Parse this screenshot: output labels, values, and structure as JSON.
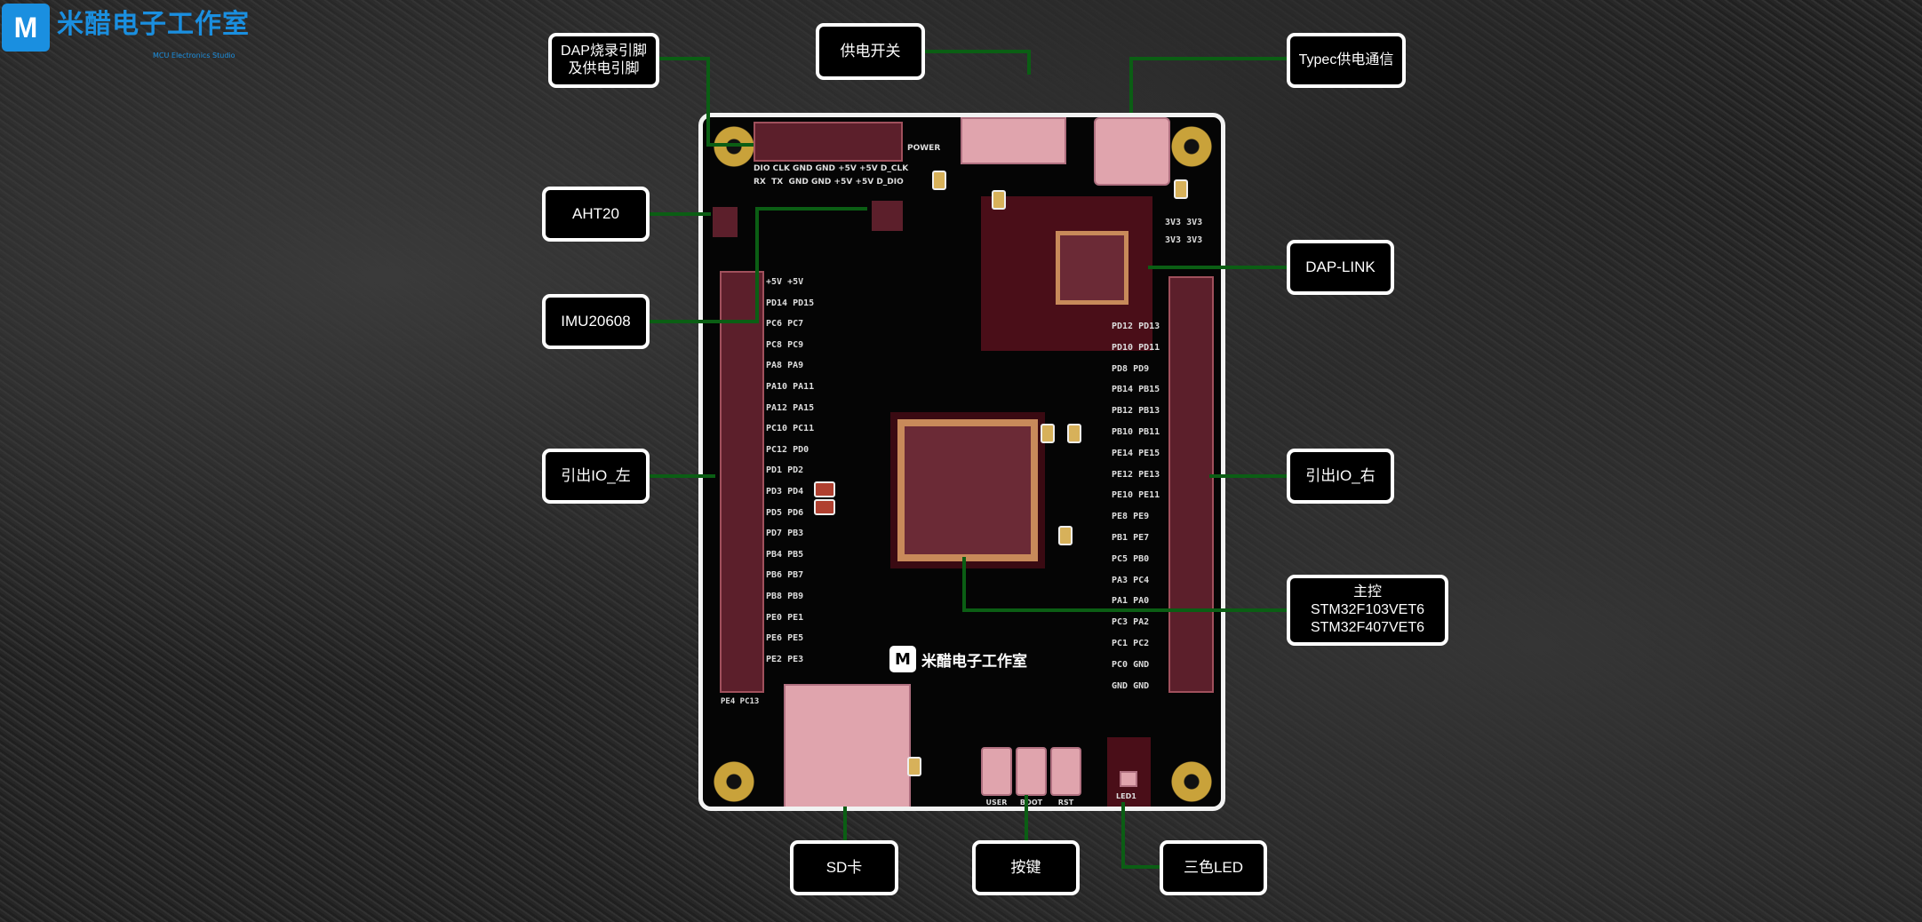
{
  "brand": {
    "logo_letter": "M",
    "name": "米醋电子工作室",
    "subtitle": "MCU Electronics Studio"
  },
  "callouts": {
    "dap_pins": "DAP烧录引脚\n及供电引脚",
    "power_switch": "供电开关",
    "typec": "Typec供电通信",
    "aht20": "AHT20",
    "imu": "IMU20608",
    "dap_link": "DAP-LINK",
    "io_left": "引出IO_左",
    "io_right": "引出IO_右",
    "mcu": "主控\nSTM32F103VET6\nSTM32F407VET6",
    "sd": "SD卡",
    "keys": "按键",
    "led": "三色LED"
  },
  "board": {
    "dap_header_row1": "DIO CLK GND GND +5V +5V D_CLK",
    "dap_header_row2": "RX  TX  GND GND +5V +5V D_DIO",
    "power_label": "POWER",
    "buttons": [
      "USER",
      "BOOT",
      "RST"
    ],
    "led_label": "LED1",
    "logo_text": "米醋电子工作室",
    "left_pins": [
      "+5V +5V",
      "PD14 PD15",
      "PC6 PC7",
      "PC8 PC9",
      "PA8 PA9",
      "PA10 PA11",
      "PA12 PA15",
      "PC10 PC11",
      "PC12 PD0",
      "PD1 PD2",
      "PD3 PD4",
      "PD5 PD6",
      "PD7 PB3",
      "PB4 PB5",
      "PB6 PB7",
      "PB8 PB9",
      "PE0 PE1",
      "PE6 PE5",
      "PE2 PE3"
    ],
    "left_bottom": "PE4 PC13",
    "right_top": [
      "3V3 3V3",
      "3V3 3V3"
    ],
    "right_pins": [
      "PD12 PD13",
      "PD10 PD11",
      "PD8 PD9",
      "PB14 PB15",
      "PB12 PB13",
      "PB10 PB11",
      "PE14 PE15",
      "PE12 PE13",
      "PE10 PE11",
      "PE8 PE9",
      "PB1 PE7",
      "PC5 PB0",
      "PA3 PC4",
      "PA1 PA0",
      "PC3 PA2",
      "PC1 PC2",
      "PC0 GND",
      "GND GND"
    ]
  },
  "colors": {
    "line": "#0b5e14",
    "brand": "#1a8fe0",
    "pad": "#e0a4ad"
  }
}
